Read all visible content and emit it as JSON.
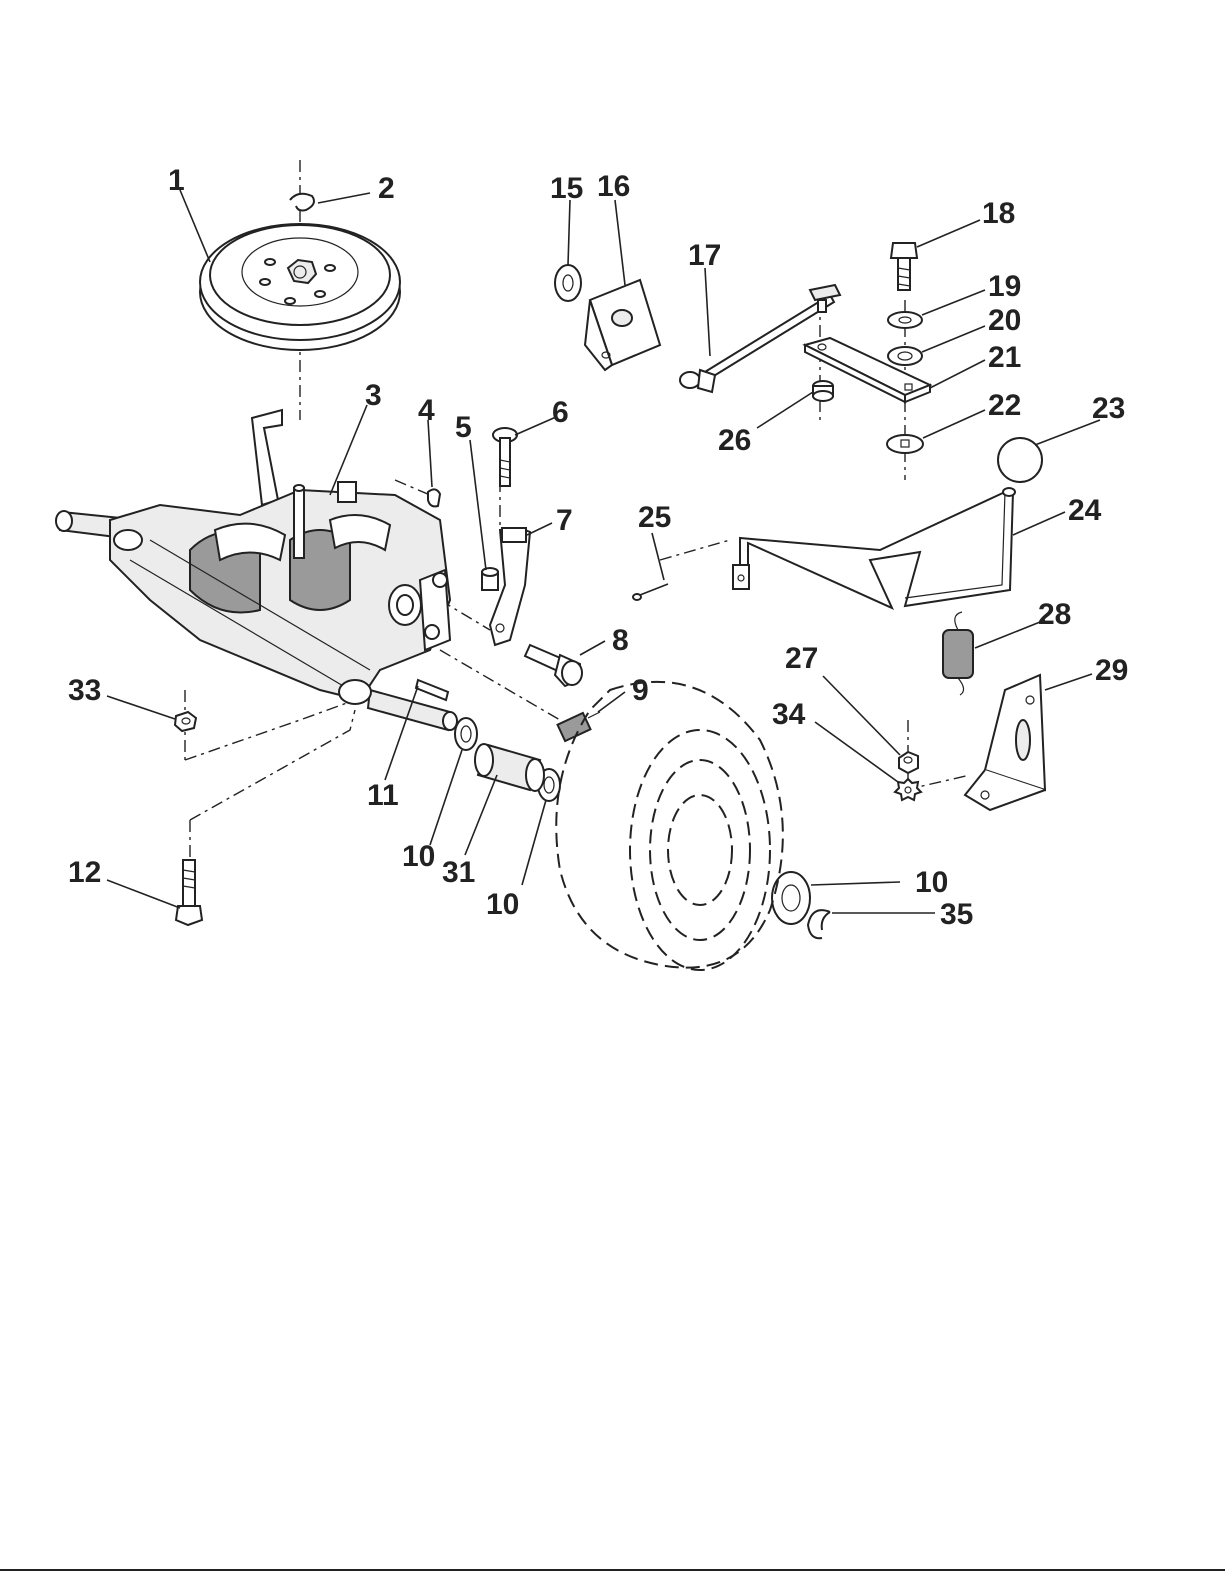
{
  "callouts": [
    "1",
    "2",
    "3",
    "4",
    "5",
    "6",
    "7",
    "8",
    "9",
    "10",
    "10",
    "10",
    "10",
    "11",
    "12",
    "15",
    "16",
    "17",
    "18",
    "19",
    "20",
    "21",
    "22",
    "23",
    "24",
    "25",
    "26",
    "27",
    "28",
    "29",
    "31",
    "33",
    "34",
    "35"
  ]
}
